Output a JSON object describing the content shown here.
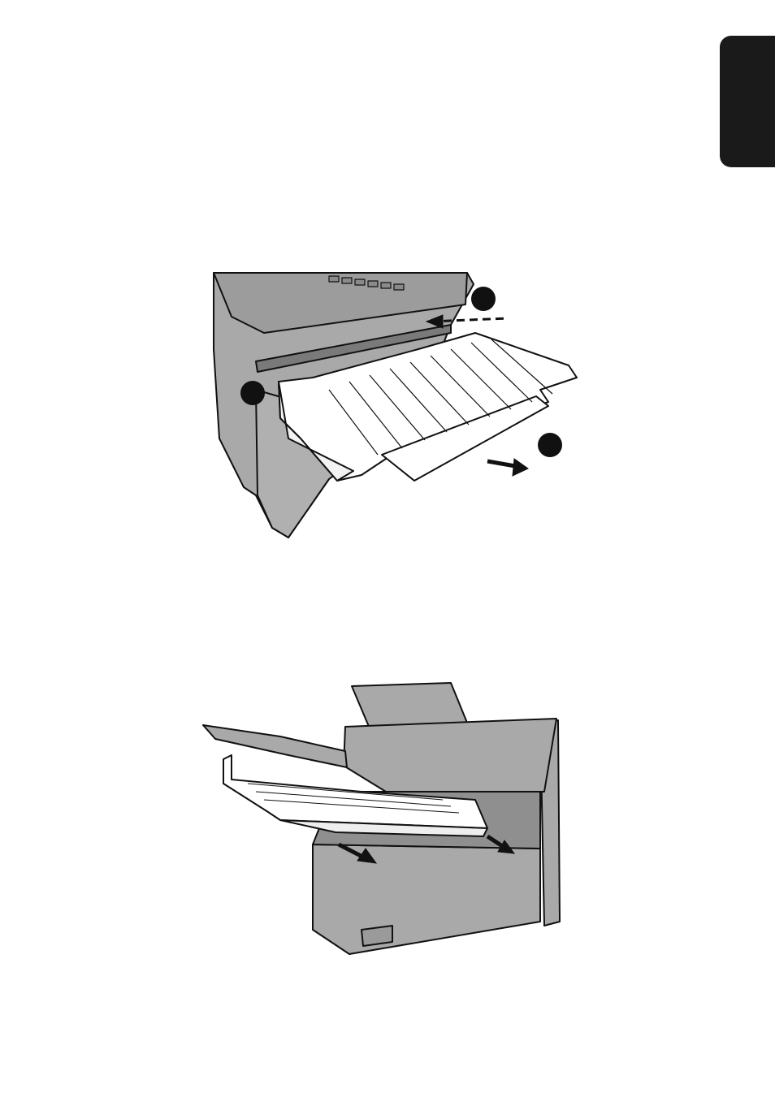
{
  "page": {
    "section_tab": "black-section-tab",
    "figures": [
      {
        "name": "figure-attach-paper-tray-extension",
        "callouts": [
          "",
          "",
          ""
        ]
      },
      {
        "name": "figure-install-paper-tray",
        "callouts": []
      }
    ],
    "colors": {
      "body": "#a9a9a9",
      "line": "#111111",
      "tray": "#ffffff",
      "tab": "#1a1a1a"
    }
  }
}
